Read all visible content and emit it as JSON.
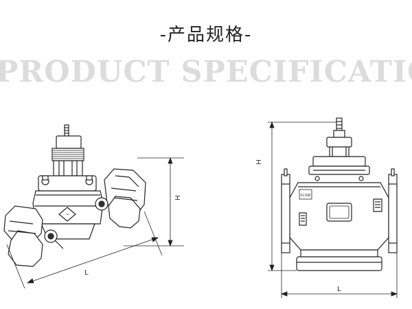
{
  "header": {
    "title_cn": "-产品规格-",
    "title_en": "PRODUCT SPECIFICATIONS"
  },
  "left_view": {
    "height_label": "H",
    "length_label": "L",
    "badge_text": "~"
  },
  "right_view": {
    "height_label": "H",
    "length_label": "L",
    "badge_text": "FLOW"
  },
  "colors": {
    "line": "#222222",
    "title": "#222222",
    "title_en": "#dcdcdc"
  }
}
